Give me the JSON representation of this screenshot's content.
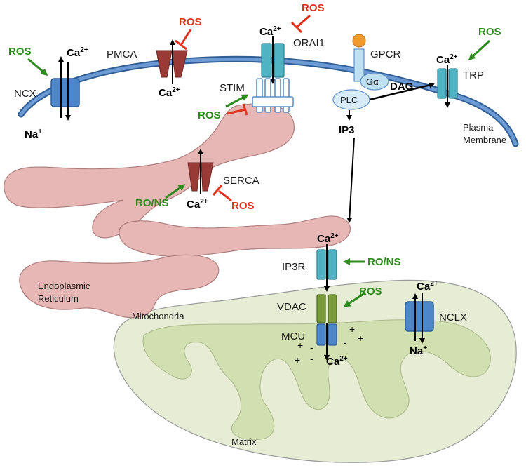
{
  "colors": {
    "ros_green": "#2e8b1e",
    "ros_red": "#e0321c",
    "membrane": "#5d8fc9",
    "er_fill": "#e7b7b6",
    "mito_fill": "#e6edd4",
    "ncx_blue": "#4d86c9",
    "pmca_red": "#9a3a37",
    "orai_teal": "#4fb3c3",
    "vdac_green": "#7a9a3a"
  },
  "labels": {
    "ncx": "NCX",
    "pmca": "PMCA",
    "orai1": "ORAI1",
    "stim": "STIM",
    "gpcr": "GPCR",
    "galpha": "Gα",
    "plc": "PLC",
    "dag": "DAG",
    "trp": "TRP",
    "ip3": "IP3",
    "plasma_membrane_1": "Plasma",
    "plasma_membrane_2": "Membrane",
    "serca": "SERCA",
    "ip3r": "IP3R",
    "vdac": "VDAC",
    "mcu": "MCU",
    "nclx": "NCLX",
    "er_1": "Endoplasmic",
    "er_2": "Reticulum",
    "mitochondria": "Mitochondria",
    "matrix": "Matrix"
  },
  "ions": {
    "ca": "Ca",
    "ca_sup": "2+",
    "na": "Na",
    "na_sup": "+"
  },
  "regulators": {
    "ros": "ROS",
    "ro_ns": "RO/NS"
  },
  "charges": {
    "plus": "+",
    "minus": "-"
  }
}
